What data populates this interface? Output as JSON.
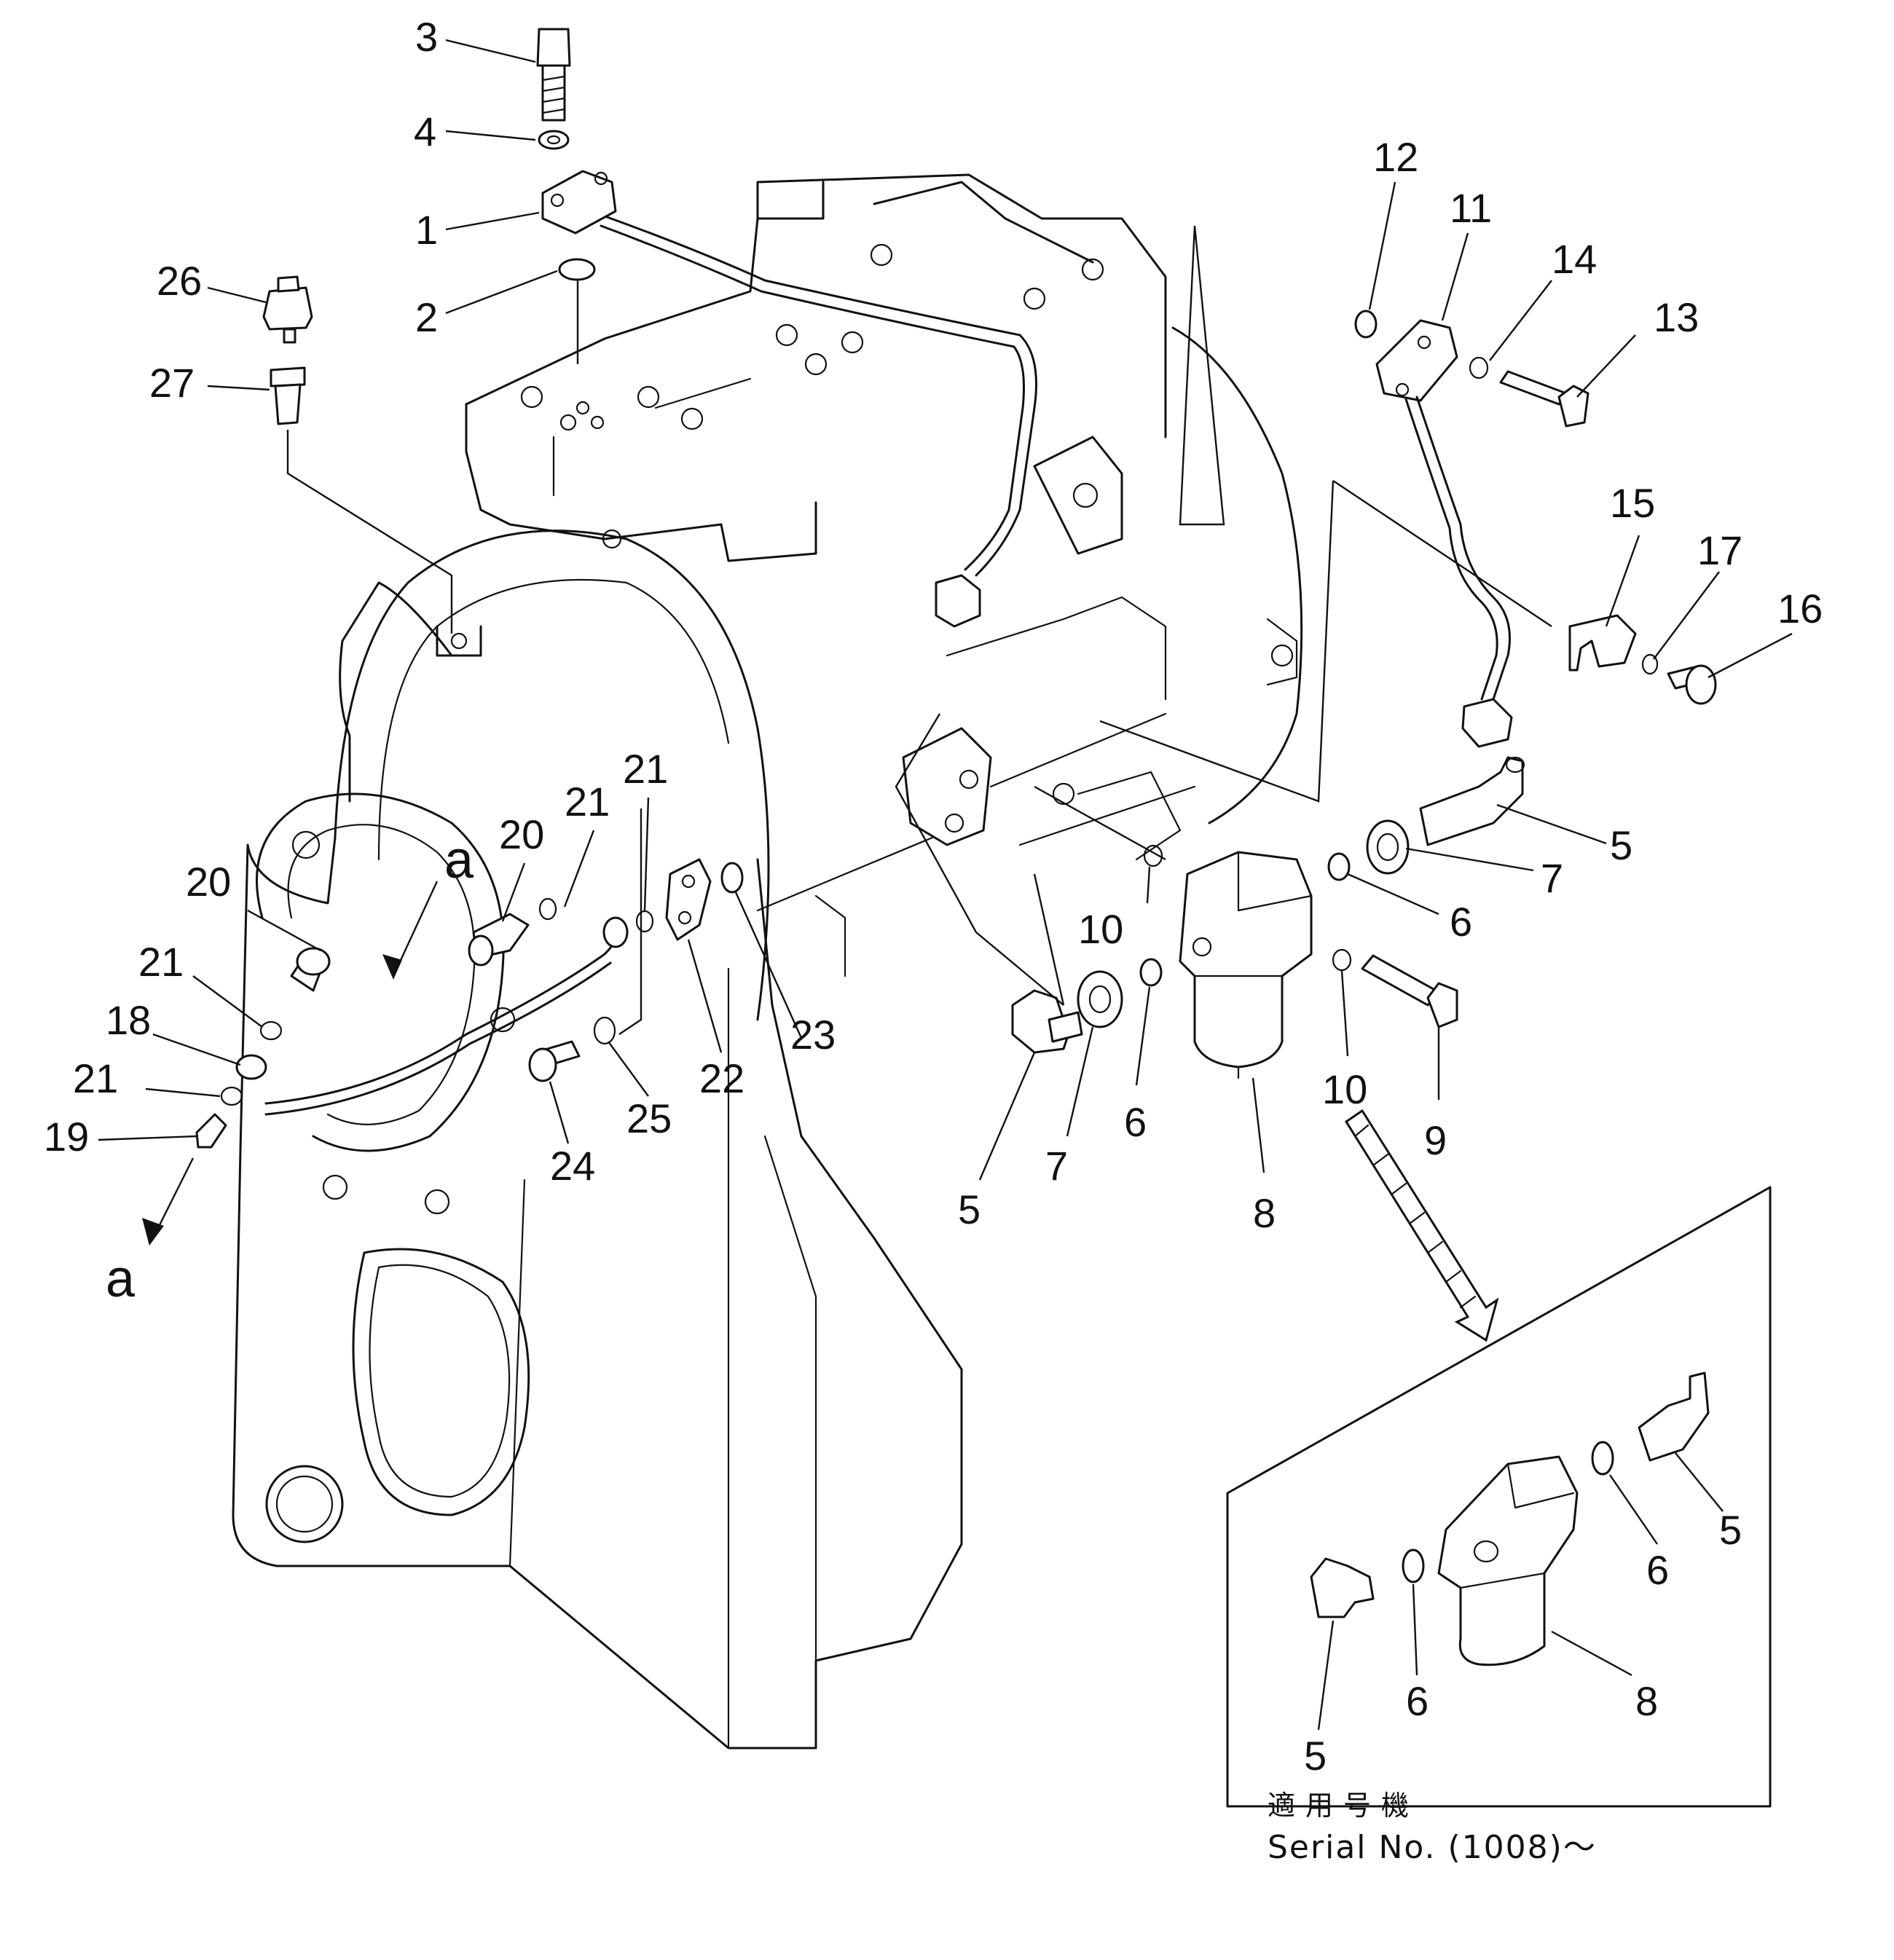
{
  "diagram": {
    "callouts": [
      {
        "id": "c3",
        "label": "3"
      },
      {
        "id": "c4",
        "label": "4"
      },
      {
        "id": "c1",
        "label": "1"
      },
      {
        "id": "c2",
        "label": "2"
      },
      {
        "id": "c26",
        "label": "26"
      },
      {
        "id": "c27",
        "label": "27"
      },
      {
        "id": "c12",
        "label": "12"
      },
      {
        "id": "c11",
        "label": "11"
      },
      {
        "id": "c14",
        "label": "14"
      },
      {
        "id": "c13",
        "label": "13"
      },
      {
        "id": "c15",
        "label": "15"
      },
      {
        "id": "c17",
        "label": "17"
      },
      {
        "id": "c16",
        "label": "16"
      },
      {
        "id": "c5a",
        "label": "5"
      },
      {
        "id": "c7a",
        "label": "7"
      },
      {
        "id": "c6a",
        "label": "6"
      },
      {
        "id": "c10a",
        "label": "10"
      },
      {
        "id": "c10b",
        "label": "10"
      },
      {
        "id": "c9",
        "label": "9"
      },
      {
        "id": "c8a",
        "label": "8"
      },
      {
        "id": "c6b",
        "label": "6"
      },
      {
        "id": "c7b",
        "label": "7"
      },
      {
        "id": "c5b",
        "label": "5"
      },
      {
        "id": "c21a",
        "label": "21"
      },
      {
        "id": "c21b",
        "label": "21"
      },
      {
        "id": "c20a",
        "label": "20"
      },
      {
        "id": "c20b",
        "label": "20"
      },
      {
        "id": "c21c",
        "label": "21"
      },
      {
        "id": "c18",
        "label": "18"
      },
      {
        "id": "c21d",
        "label": "21"
      },
      {
        "id": "c19",
        "label": "19"
      },
      {
        "id": "c22",
        "label": "22"
      },
      {
        "id": "c23",
        "label": "23"
      },
      {
        "id": "c24",
        "label": "24"
      },
      {
        "id": "c25",
        "label": "25"
      },
      {
        "id": "c5c",
        "label": "5"
      },
      {
        "id": "c6c",
        "label": "6"
      },
      {
        "id": "c8b",
        "label": "8"
      },
      {
        "id": "c6d",
        "label": "6"
      },
      {
        "id": "c5d",
        "label": "5"
      }
    ],
    "ref_marks": [
      {
        "id": "a1",
        "label": "a"
      },
      {
        "id": "a2",
        "label": "a"
      }
    ],
    "inset_caption": {
      "japanese": "適用号機",
      "serial": "Serial No. (1008)～"
    }
  }
}
